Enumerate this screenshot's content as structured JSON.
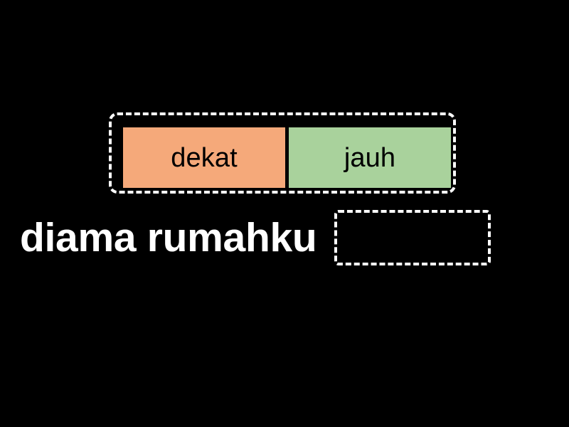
{
  "background_color": "#000000",
  "activity": {
    "type": "fill-in-the-blank-drag-and-drop"
  },
  "word_bank": {
    "name": "word-bank",
    "border_color": "#ffffff",
    "tiles": [
      {
        "label": "dekat",
        "color": "#f5a97a",
        "text_color": "#000000"
      },
      {
        "label": "jauh",
        "color": "#a9d29c",
        "text_color": "#000000"
      }
    ]
  },
  "sentence": {
    "text": "diama rumahku",
    "text_color": "#ffffff",
    "blank": {
      "value": "",
      "placeholder": "",
      "border_color": "#ffffff"
    }
  }
}
